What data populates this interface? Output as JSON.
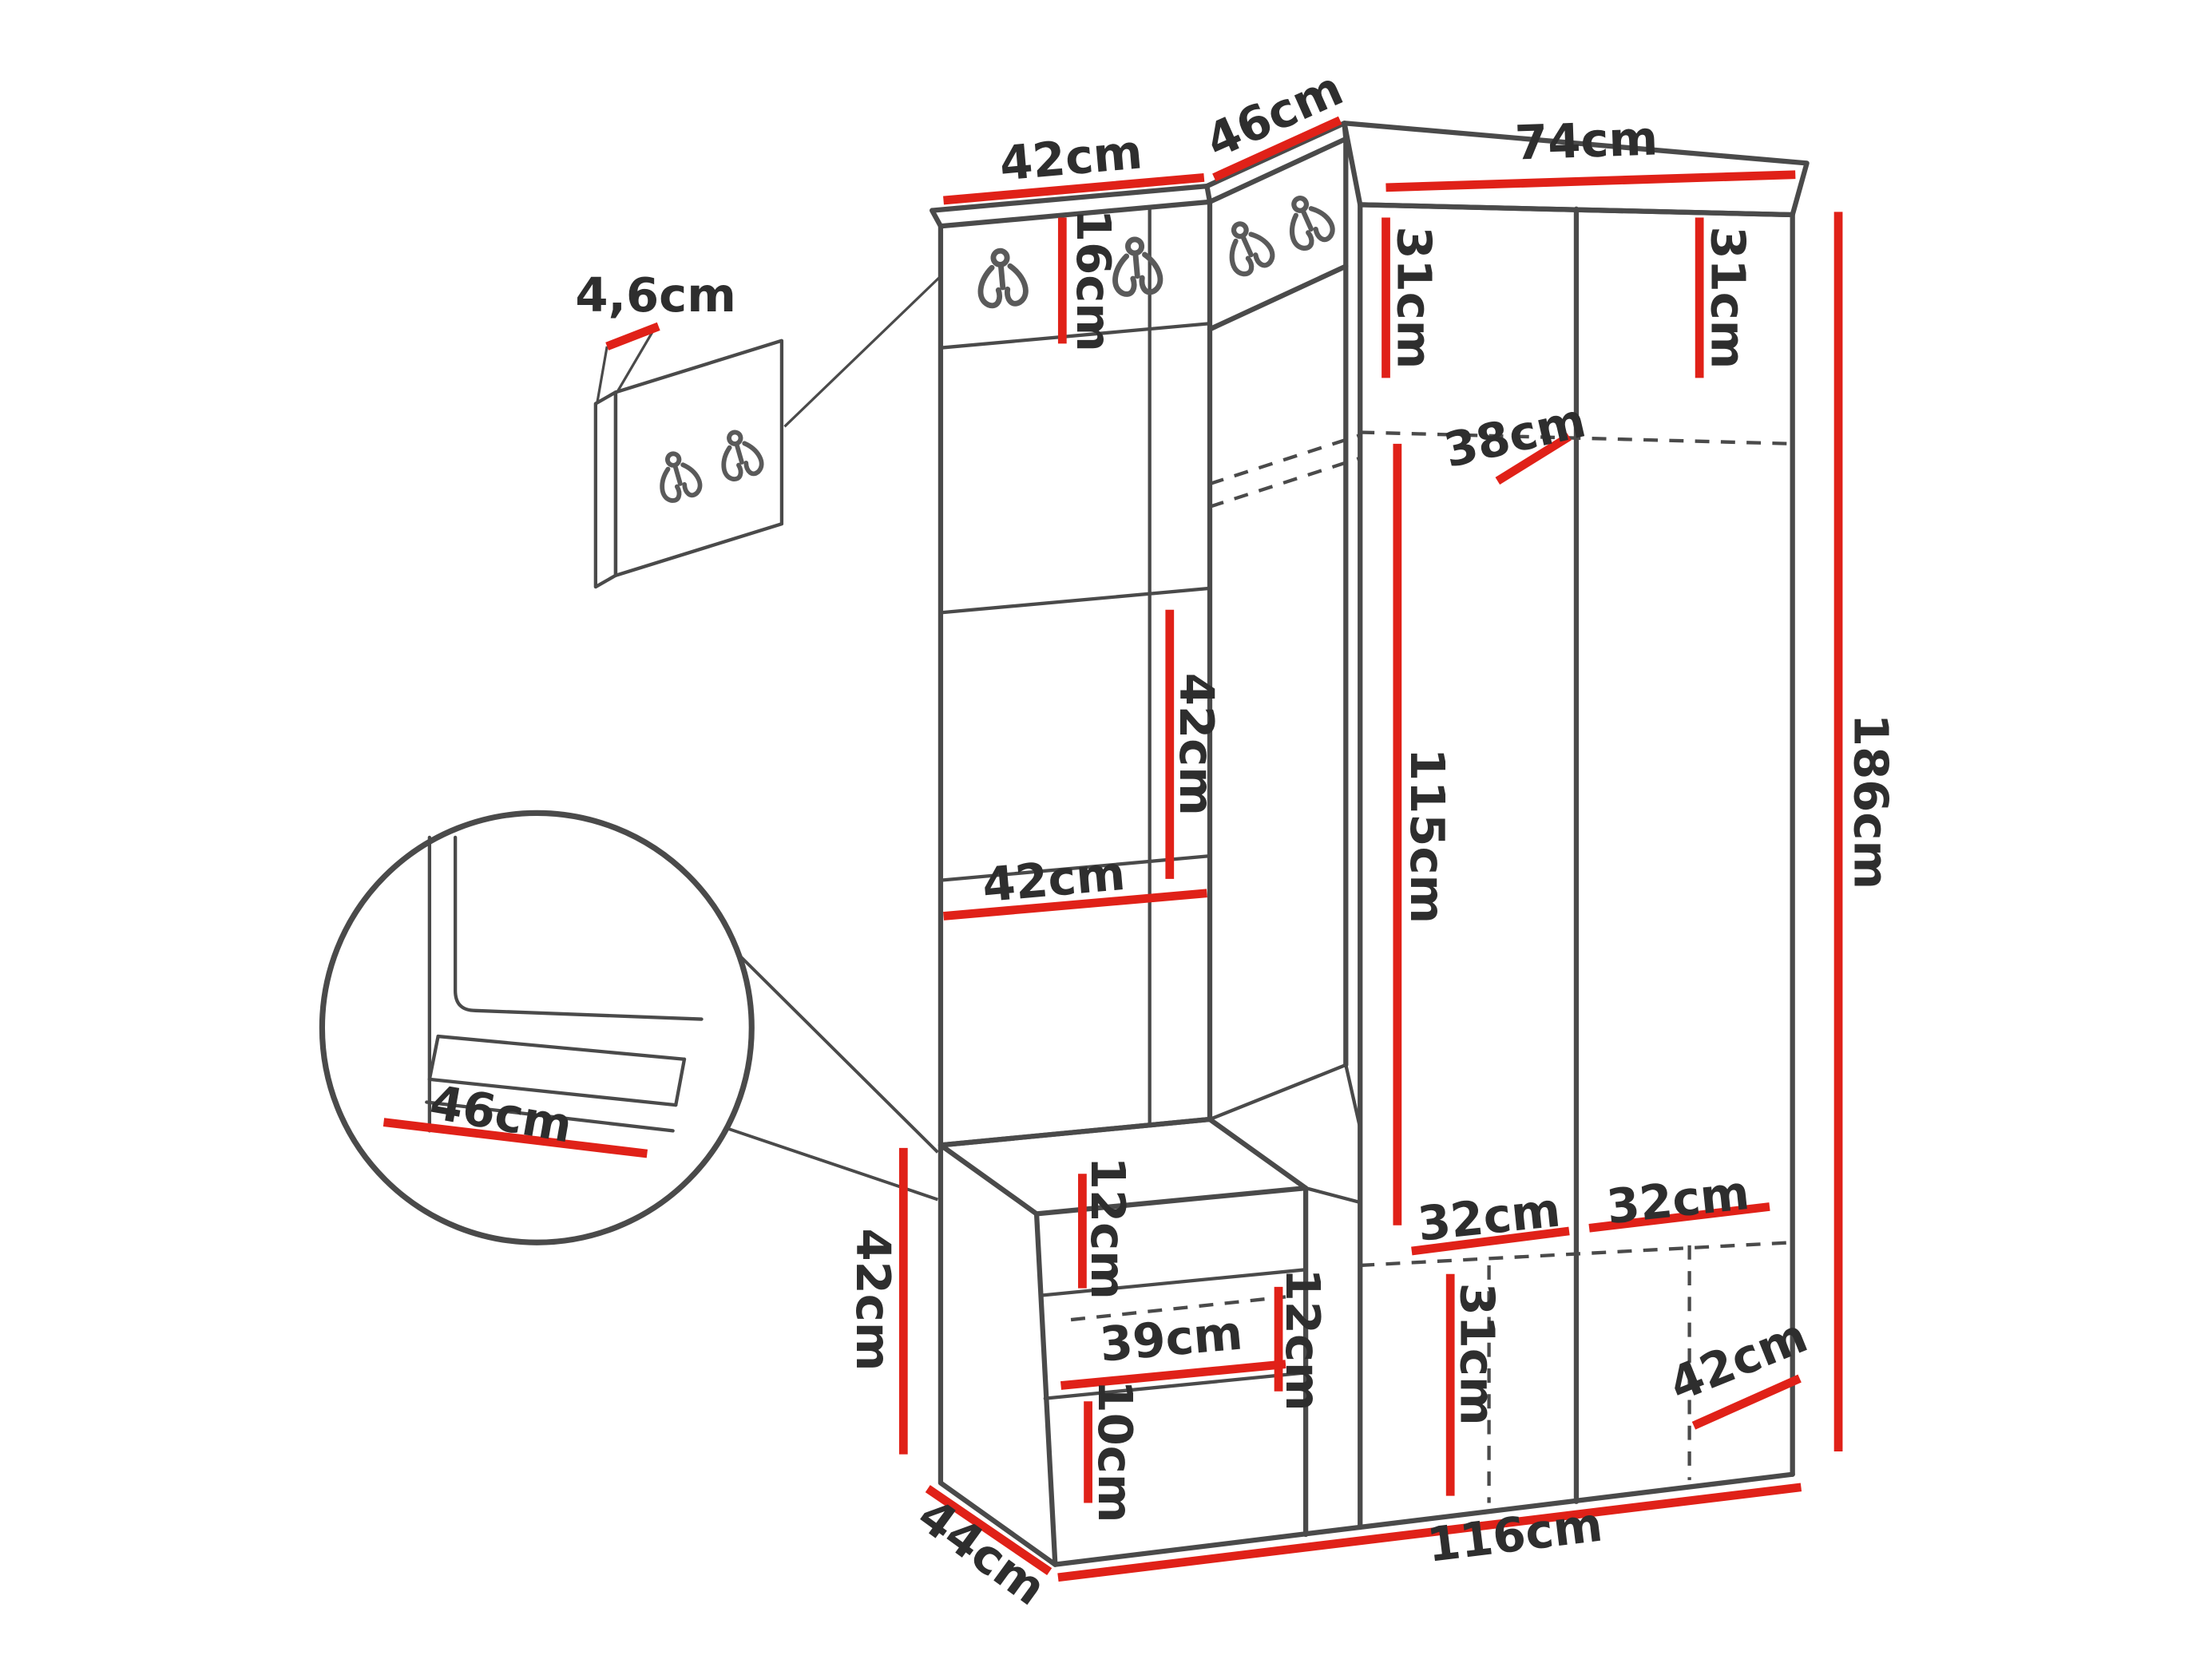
{
  "diagram": {
    "title": "hallway-furniture-set-dimensions",
    "unit": "cm",
    "colors": {
      "dimension_red": "#e02118",
      "outline_gray": "#4a4a4a"
    },
    "labels": {
      "panel_width_top": "42cm",
      "corner_width_top": "46cm",
      "wardrobe_width_top": "74cm",
      "wall_panel_thickness": "4,6cm",
      "hook_strip_height": "16cm",
      "shelf_left_height": "31cm",
      "shelf_right_height": "31cm",
      "shelf_depth": "38cm",
      "hanging_height": "115cm",
      "panel_square_height": "42cm",
      "panel_square_width": "42cm",
      "seat_depth_detail": "46cm",
      "bench_height": "42cm",
      "bench_top_gap": "12cm",
      "drawer_width": "39cm",
      "drawer_height": "12cm",
      "base_height": "10cm",
      "compartment_left_width": "32cm",
      "compartment_right_width": "32cm",
      "bottom_compartment_height": "31cm",
      "bottom_right_depth": "42cm",
      "total_height": "186cm",
      "bench_depth": "44cm",
      "total_width": "116cm"
    }
  }
}
